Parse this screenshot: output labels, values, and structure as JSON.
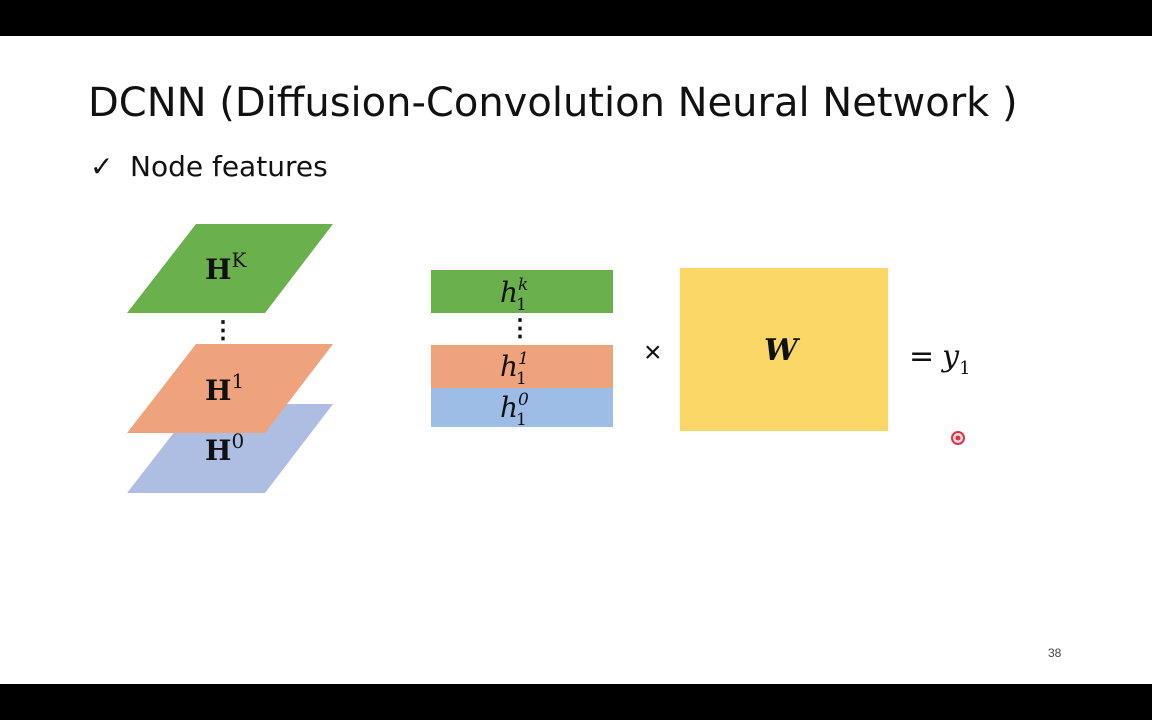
{
  "slide": {
    "title": "DCNN (Diffusion-Convolution Neural Network )",
    "bullet": {
      "check": "✓",
      "text": "Node features"
    },
    "page_number": "38"
  },
  "diagram": {
    "layers": [
      {
        "base": "H",
        "sup": "K",
        "color": "#6ab04c"
      },
      {
        "base": "H",
        "sup": "1",
        "color": "#efa37c"
      },
      {
        "base": "H",
        "sup": "0",
        "color": "#aebee3"
      }
    ],
    "vector_rows": [
      {
        "base": "h",
        "sub": "1",
        "sup": "k",
        "color": "#6ab04c"
      },
      {
        "base": "h",
        "sub": "1",
        "sup": "1",
        "color": "#efa37c"
      },
      {
        "base": "h",
        "sub": "1",
        "sup": "0",
        "color": "#9dbde6"
      }
    ],
    "ellipsis": "⋮",
    "times": "×",
    "weight": {
      "label": "W",
      "color": "#fad766"
    },
    "result": {
      "eq": "=",
      "base": "y",
      "sub": "1"
    },
    "cursor_color": "#e0304a"
  }
}
